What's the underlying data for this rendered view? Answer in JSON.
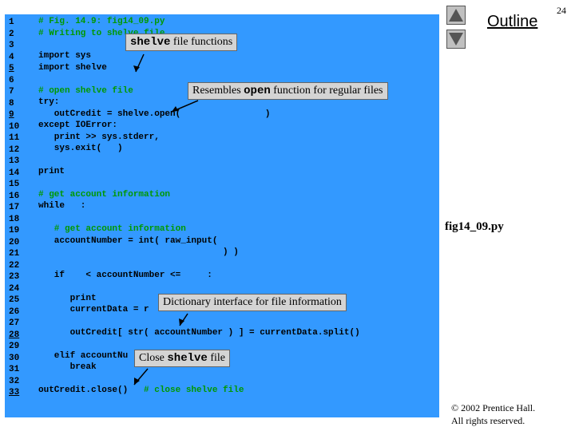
{
  "header": {
    "outline_label": "Outline",
    "slide_number": "24"
  },
  "sidebar": {
    "filename": "fig14_09.py",
    "copyright_line1": "© 2002 Prentice Hall.",
    "copyright_line2": "All rights reserved."
  },
  "code": {
    "line_numbers": [
      "1",
      "2",
      "3",
      "4",
      "5",
      "6",
      "7",
      "8",
      "9",
      "10",
      "11",
      "12",
      "13",
      "14",
      "15",
      "16",
      "17",
      "18",
      "19",
      "20",
      "21",
      "22",
      "23",
      "24",
      "25",
      "26",
      "27",
      "28",
      "29",
      "30",
      "31",
      "32",
      "33"
    ],
    "l1": "# Fig. 14.9: fig14_09.py",
    "l2": "# Writing to shelve file",
    "l4": "import sys",
    "l5": "import shelve",
    "l7": "# open shelve file",
    "l8": "try:",
    "l9": "   outCredit = shelve.open(                )",
    "l10": "except IOError:",
    "l11": "   print >> sys.stderr,",
    "l12": "   sys.exit(   )",
    "l14": "print",
    "l16": "# get account information",
    "l17": "while   :",
    "l19": "   # get account information",
    "l20": "   accountNumber = int( raw_input(",
    "l21": "                                   ) )",
    "l23": "   if    < accountNumber <=     :",
    "l25": "      print",
    "l26": "      currentData = r",
    "l28": "      outCredit[ str( accountNumber ) ] = currentData.split()",
    "l30": "   elif accountNu",
    "l31": "      break",
    "l33_code": "outCredit.close()",
    "l33_comment": "   # close shelve file"
  },
  "callouts": {
    "shelve_functions": {
      "code": "shelve",
      "text": " file functions"
    },
    "resembles_open": {
      "pre": "Resembles ",
      "code": "open",
      "post": " function for regular files"
    },
    "dictionary_interface": {
      "text": "Dictionary interface for file information"
    },
    "close_shelve": {
      "pre": "Close ",
      "code": "shelve",
      "post": " file"
    }
  },
  "colors": {
    "code_bg": "#3399ff",
    "comment": "#009900",
    "callout_bg": "#d4d4d4"
  }
}
